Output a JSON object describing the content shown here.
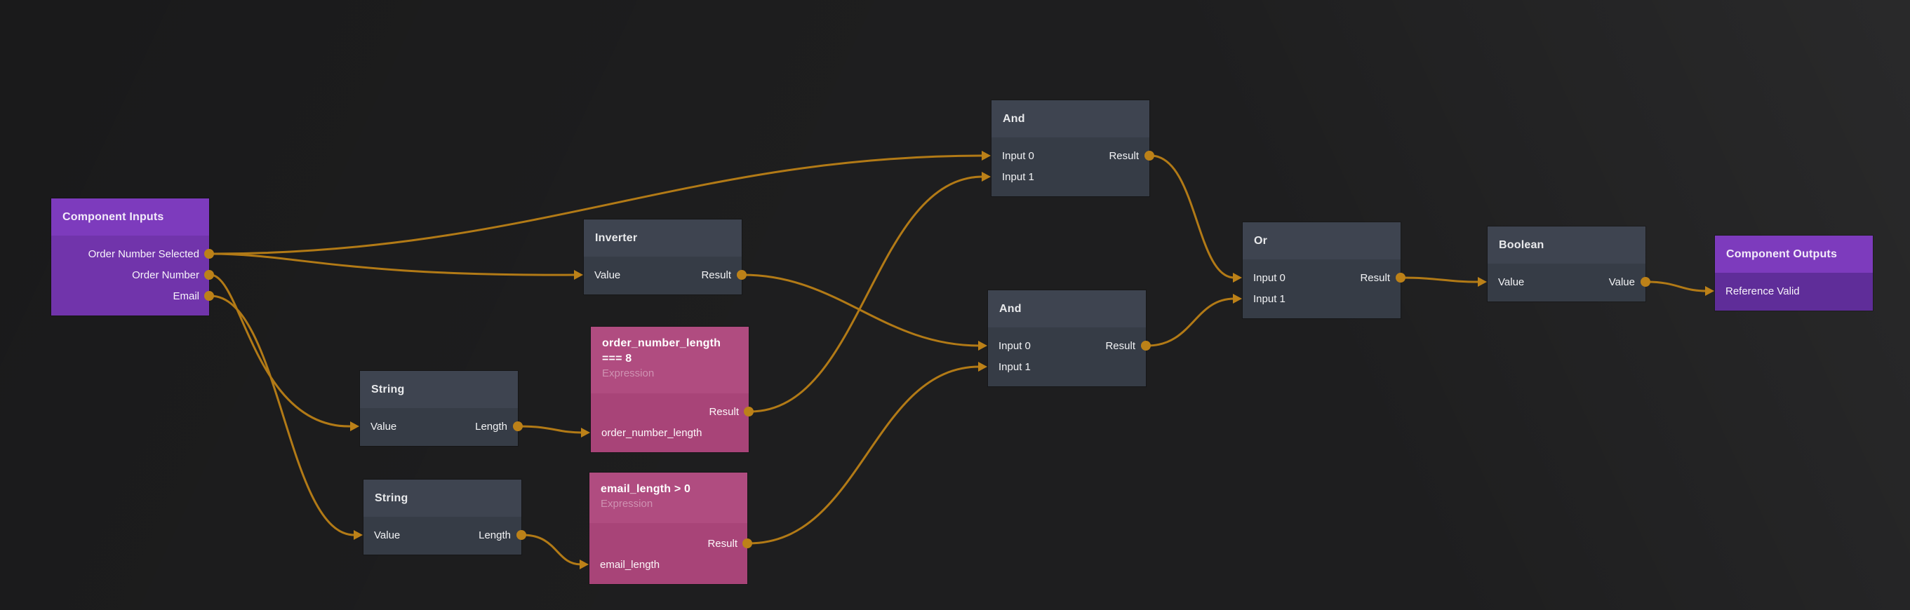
{
  "palette": {
    "canvas_bg": "#1e1e1f",
    "wire": "#b27a16",
    "port": "#bc8118",
    "node_header": "#3e4450",
    "node_body": "#363c46",
    "io_header": "#7d3bbd",
    "io_input_body": "#7134ab",
    "io_output_body": "#5f2d99",
    "expr_header": "#b04c80",
    "expr_body": "#a84478",
    "expr_subtitle": "#cf92b2"
  },
  "nodes": {
    "component_inputs": {
      "title": "Component Inputs",
      "outputs": [
        "Order Number Selected",
        "Order Number",
        "Email"
      ]
    },
    "string_top": {
      "title": "String",
      "input": "Value",
      "output": "Length"
    },
    "string_bottom": {
      "title": "String",
      "input": "Value",
      "output": "Length"
    },
    "inverter": {
      "title": "Inverter",
      "input": "Value",
      "output": "Result"
    },
    "expression_order": {
      "title": "order_number_length === 8",
      "subtitle": "Expression",
      "output": "Result",
      "input": "order_number_length"
    },
    "expression_email": {
      "title": "email_length > 0",
      "subtitle": "Expression",
      "output": "Result",
      "input": "email_length"
    },
    "and_top": {
      "title": "And",
      "inputs": [
        "Input 0",
        "Input 1"
      ],
      "output": "Result"
    },
    "and_bottom": {
      "title": "And",
      "inputs": [
        "Input 0",
        "Input 1"
      ],
      "output": "Result"
    },
    "or": {
      "title": "Or",
      "inputs": [
        "Input 0",
        "Input 1"
      ],
      "output": "Result"
    },
    "boolean": {
      "title": "Boolean",
      "input": "Value",
      "output": "Value"
    },
    "component_outputs": {
      "title": "Component Outputs",
      "inputs": [
        "Reference Valid"
      ]
    }
  },
  "connections": [
    {
      "from": "component_inputs.Order Number Selected",
      "to": "and_top.Input 0"
    },
    {
      "from": "component_inputs.Order Number Selected",
      "to": "inverter.Value"
    },
    {
      "from": "component_inputs.Order Number",
      "to": "string_top.Value"
    },
    {
      "from": "component_inputs.Email",
      "to": "string_bottom.Value"
    },
    {
      "from": "string_top.Length",
      "to": "expression_order.order_number_length"
    },
    {
      "from": "string_bottom.Length",
      "to": "expression_email.email_length"
    },
    {
      "from": "expression_order.Result",
      "to": "and_top.Input 1"
    },
    {
      "from": "inverter.Result",
      "to": "and_bottom.Input 0"
    },
    {
      "from": "expression_email.Result",
      "to": "and_bottom.Input 1"
    },
    {
      "from": "and_top.Result",
      "to": "or.Input 0"
    },
    {
      "from": "and_bottom.Result",
      "to": "or.Input 1"
    },
    {
      "from": "or.Result",
      "to": "boolean.Value"
    },
    {
      "from": "boolean.Value",
      "to": "component_outputs.Reference Valid"
    }
  ]
}
